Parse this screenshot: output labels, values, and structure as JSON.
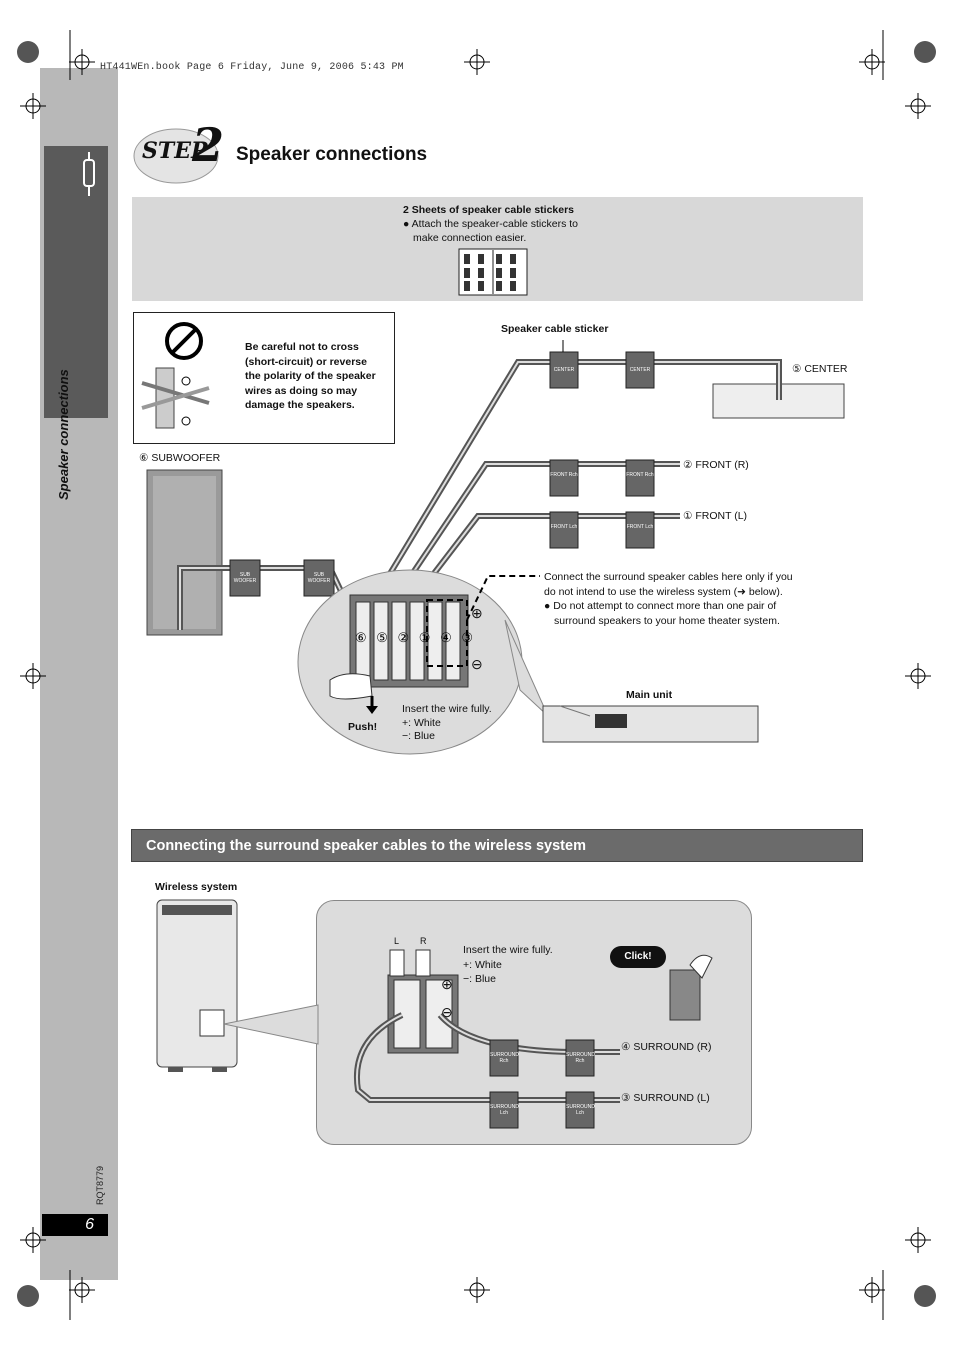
{
  "header": {
    "file_info": "HT441WEn.book  Page 6  Friday, June 9, 2006  5:43 PM"
  },
  "sidebar": {
    "section_label": "Speaker connections",
    "doc_code": "RQT8779",
    "page_number": "6"
  },
  "step": {
    "word": "STEP",
    "number": "2",
    "title": "Speaker connections"
  },
  "stickers": {
    "heading": "2 Sheets of speaker cable stickers",
    "bullet_line1": "● Attach the speaker-cable stickers to",
    "bullet_line2": "make connection easier."
  },
  "warning": {
    "line1": "Be careful not to cross",
    "line2": "(short-circuit) or reverse",
    "line3": "the polarity of the speaker",
    "line4": "wires as doing so may",
    "line5": "damage the speakers."
  },
  "diagram": {
    "sticker_label": "Speaker cable sticker",
    "center": "⑤ CENTER",
    "front_r": "② FRONT (R)",
    "front_l": "① FRONT (L)",
    "subwoofer": "⑥ SUBWOOFER",
    "terminal_numbers": "⑥ ⑤ ② ① ④ ③",
    "plus": "⊕",
    "minus": "⊖",
    "surround_note_1": "Connect the surround speaker cables here only if you",
    "surround_note_2": "do not intend to use the wireless system (➜ below).",
    "surround_note_3": "● Do not attempt to connect more than one pair of",
    "surround_note_4": "surround speakers to your home theater system.",
    "main_unit": "Main unit",
    "insert_line1": "Insert the wire fully.",
    "insert_line2": "+: White",
    "insert_line3": "−: Blue",
    "push": "Push!",
    "tag_center": "CENTER",
    "tag_front_r": "FRONT Rch",
    "tag_front_l": "FRONT Lch",
    "tag_sub": "SUB WOOFER"
  },
  "wireless_section": {
    "banner": "Connecting the surround speaker cables to the wireless system",
    "wireless_label": "Wireless system",
    "insert_line1": "Insert the wire fully.",
    "insert_line2": "+: White",
    "insert_line3": "−: Blue",
    "click": "Click!",
    "surround_r": "④ SURROUND (R)",
    "surround_l": "③ SURROUND (L)",
    "terminal_l": "L",
    "terminal_r": "R",
    "tag_sr": "SURROUND Rch",
    "tag_sl": "SURROUND Lch"
  }
}
